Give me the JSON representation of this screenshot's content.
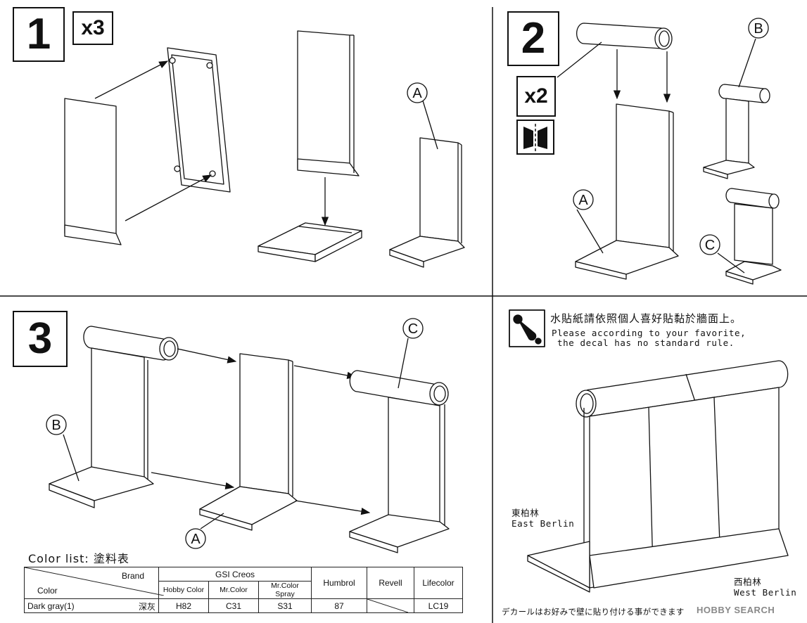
{
  "steps": {
    "s1": {
      "number": "1",
      "multiplier": "x3"
    },
    "s2": {
      "number": "2",
      "multiplier": "x2"
    },
    "s3": {
      "number": "3"
    }
  },
  "part_labels": {
    "a": "A",
    "b": "B",
    "c": "C"
  },
  "decal_note": {
    "chinese": "水貼紙請依照個人喜好貼黏於牆面上。",
    "english_line1": "Please according to your favorite,",
    "english_line2": "the decal has no standard rule.",
    "japanese": "デカールはお好みで壁に貼り付ける事ができます"
  },
  "wall_labels": {
    "east_cn": "東柏林",
    "east_en": "East Berlin",
    "west_cn": "西柏林",
    "west_en": "West Berlin"
  },
  "color_list": {
    "title": "Color list: 塗料表",
    "header": {
      "brand": "Brand",
      "color": "Color",
      "gsi": "GSI Creos",
      "hobby": "Hobby Color",
      "mrcolor": "Mr.Color",
      "spray": "Mr.Color Spray",
      "humbrol": "Humbrol",
      "revell": "Revell",
      "lifecolor": "Lifecolor"
    },
    "rows": [
      {
        "name": "Dark gray(1)",
        "cn": "深灰",
        "hobby": "H82",
        "mrcolor": "C31",
        "spray": "S31",
        "humbrol": "87",
        "revell": "",
        "lifecolor": "LC19"
      }
    ]
  },
  "watermark": "HOBBY SEARCH"
}
